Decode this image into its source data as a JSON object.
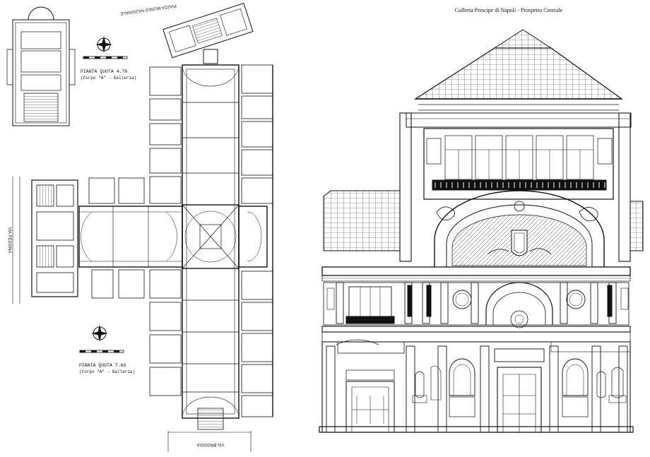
{
  "plan": {
    "street_top": "PIAZZA MUSEO NAZIONALE",
    "street_left": "VIA PESSINA",
    "street_bottom": "VIA BROGGIA",
    "upper_plan": {
      "title": "PIANTA QUOTA 4.70",
      "subtitle": "(Corpo \"A\" - Galleria)"
    },
    "lower_plan": {
      "title": "PIANTA QUOTA 7.60",
      "subtitle": "(Corpo \"A\" - Galleria)"
    }
  },
  "elevation": {
    "title": "Galleria Principe di Napoli - Prospetto Centrale"
  },
  "icons": [
    "north-arrow-icon",
    "scale-bar-icon"
  ]
}
